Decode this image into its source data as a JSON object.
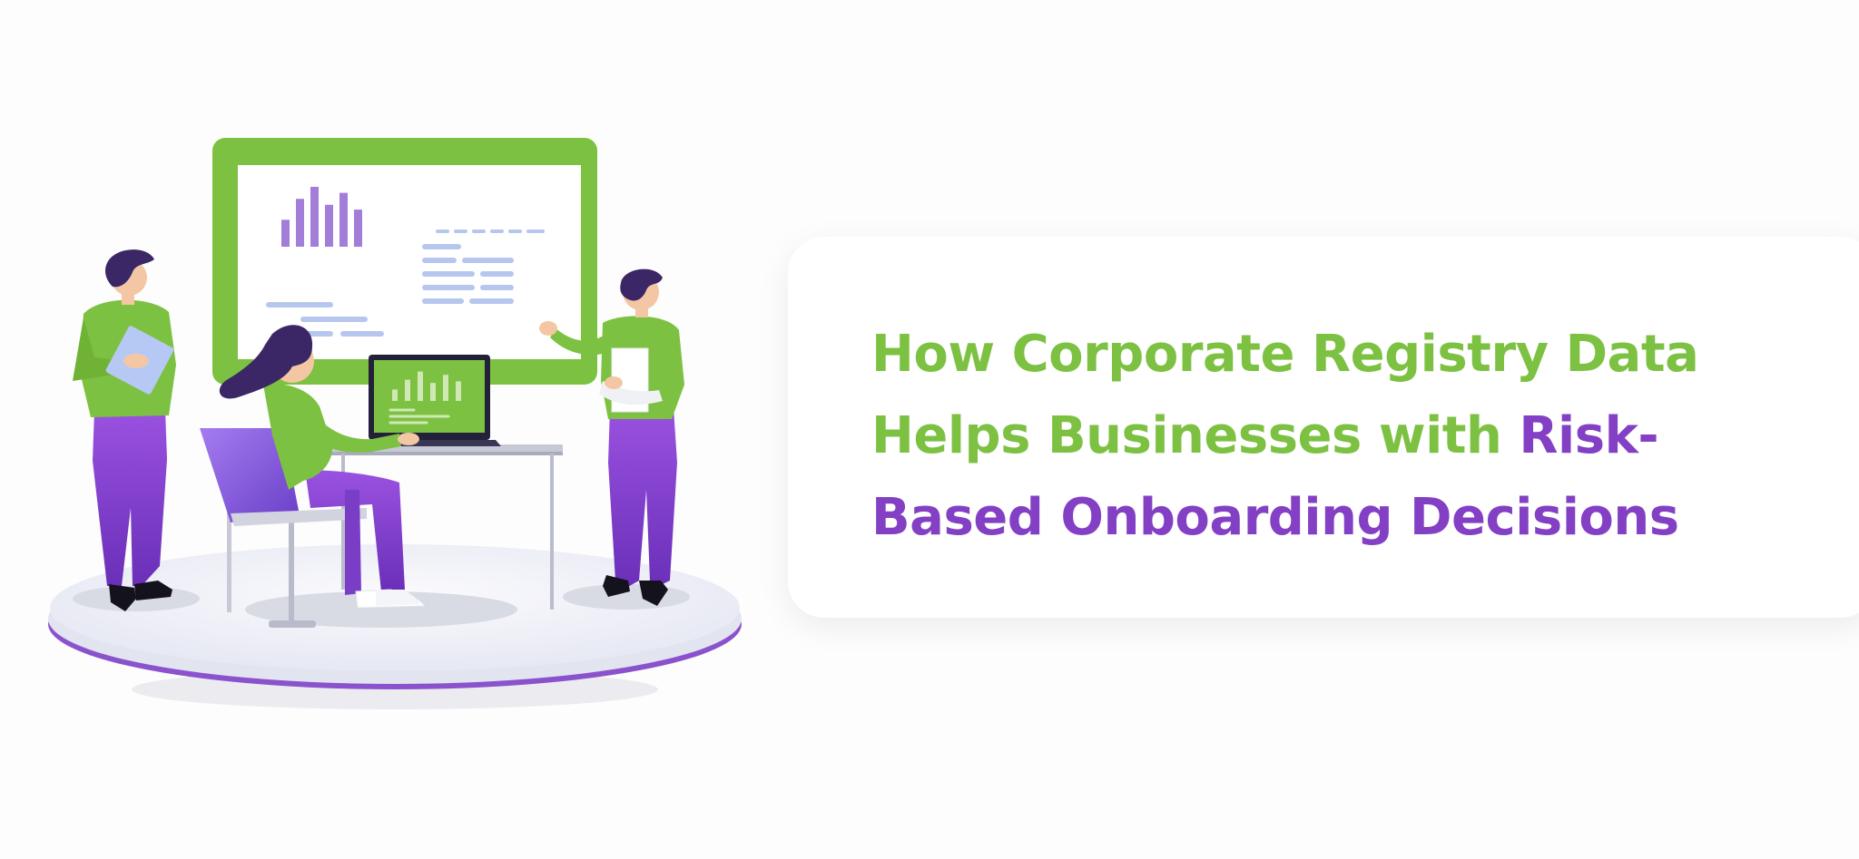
{
  "colors": {
    "green": "#7dc142",
    "purple": "#8340c4",
    "lavender_bars": "#a27ed8",
    "light_blue_lines": "#b6c6ee",
    "platform": "#eceef6",
    "dark_hair": "#3b2766"
  },
  "headline": {
    "line1": "How Corporate Registry Data",
    "line2_green": "Helps Businesses with ",
    "line2_purple": "Risk-",
    "line3": "Based Onboarding Decisions"
  },
  "illustration": {
    "icons": [
      "presentation-board-icon",
      "bar-chart-icon",
      "laptop-icon",
      "clipboard-icon",
      "person-icon",
      "chair-icon",
      "desk-icon"
    ],
    "board_chart": [
      0.45,
      0.8,
      1.0,
      0.7,
      0.9,
      0.62
    ],
    "laptop_chart": [
      0.35,
      0.65,
      0.9,
      0.55,
      0.8,
      0.6
    ]
  }
}
